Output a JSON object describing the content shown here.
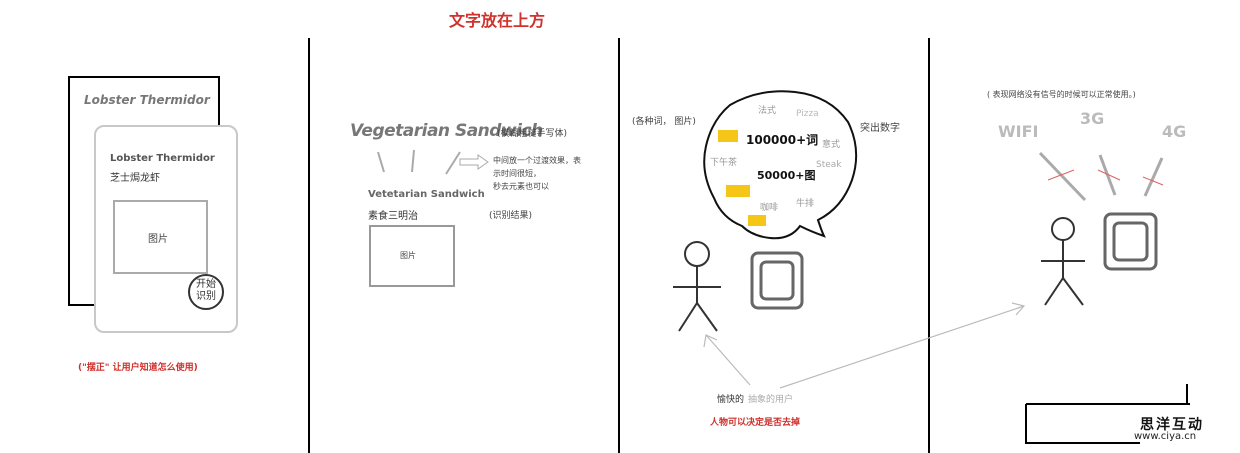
{
  "title": "文字放在上方",
  "panel1": {
    "back_card_title": "Lobster Thermidor",
    "card_title_en": "Lobster Thermidor",
    "card_title_zh": "芝士焗龙虾",
    "image_label": "图片",
    "start_button": "开始识别",
    "caption": "(\"摆正\" 让用户知道怎么使用)"
  },
  "panel2": {
    "handwriting_text": "Vegetarian Sandwich",
    "handwriting_note": "(模糊粗糙手写体)",
    "transition_note_1": "中间放一个过渡效果，表",
    "transition_note_2": "示时间很短，",
    "transition_note_3": "秒去元素也可以",
    "result_en": "Vetetarian Sandwich",
    "result_zh": "素食三明治",
    "result_note": "(识别结果)",
    "image_label": "图片"
  },
  "panel3": {
    "left_note": "(各种词， 图片)",
    "right_note": "突出数字",
    "words_count": "100000+词",
    "images_count": "50000+图",
    "cloud_words": [
      "法式",
      "Pizza",
      "意式",
      "Steak",
      "下午茶",
      "咖啡",
      "牛排"
    ],
    "user_label_1": "愉快的",
    "user_label_2": "抽象的用户",
    "user_note": "人物可以决定是否去掉"
  },
  "panel4": {
    "note": "( 表现网络没有信号的时候可以正常使用。)",
    "net_wifi": "WIFI",
    "net_3g": "3G",
    "net_4g": "4G"
  },
  "watermark": {
    "brand": "思洋互动",
    "url": "www.ciya.cn"
  },
  "colors": {
    "accent_red": "#d0312d",
    "highlight_yellow": "#f5c518"
  }
}
